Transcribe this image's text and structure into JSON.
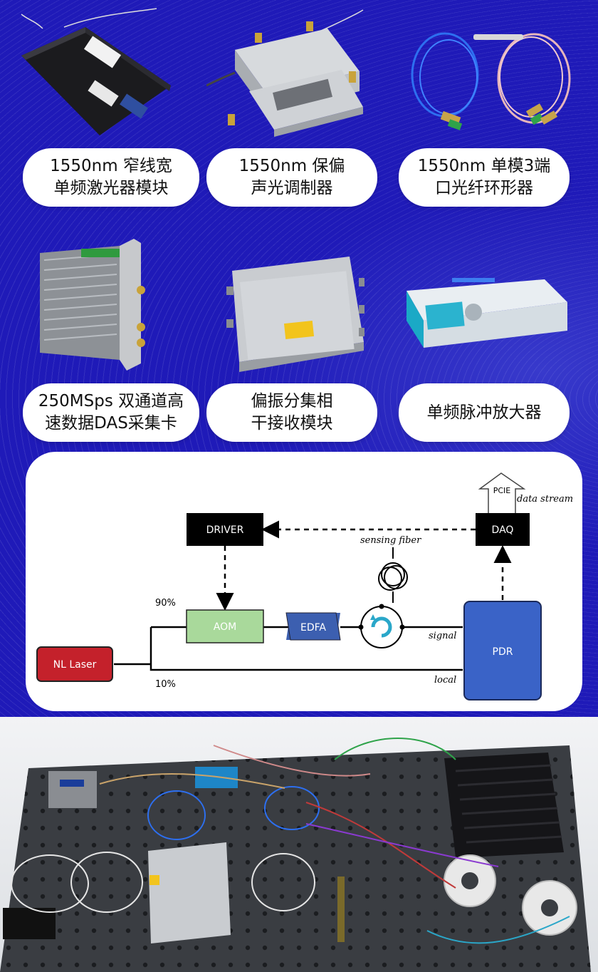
{
  "products": [
    {
      "line1": "1550nm 窄线宽",
      "line2": "单频激光器模块"
    },
    {
      "line1": "1550nm 保偏",
      "line2": "声光调制器"
    },
    {
      "line1": "1550nm 单模3端",
      "line2": "口光纤环形器"
    },
    {
      "line1": "250MSps 双通道高",
      "line2": "速数据DAS采集卡"
    },
    {
      "line1": "偏振分集相",
      "line2": "干接收模块"
    },
    {
      "line1": "单频脉冲放大器",
      "line2": ""
    }
  ],
  "diagram": {
    "driver": "DRIVER",
    "daq": "DAQ",
    "pcie": "PCIE",
    "data_stream": "data stream",
    "sensing_fiber": "sensing fiber",
    "aom": "AOM",
    "edfa": "EDFA",
    "pdr": "PDR",
    "laser": "NL Laser",
    "pct90": "90%",
    "pct10": "10%",
    "signal": "signal",
    "local": "local"
  },
  "colors": {
    "background": "#1f1ab8",
    "aom": "#a9d99b",
    "edfa": "#3c5fb0",
    "pdr": "#3a63c7",
    "laser": "#c4212b",
    "circulator": "#2aa7c9"
  }
}
